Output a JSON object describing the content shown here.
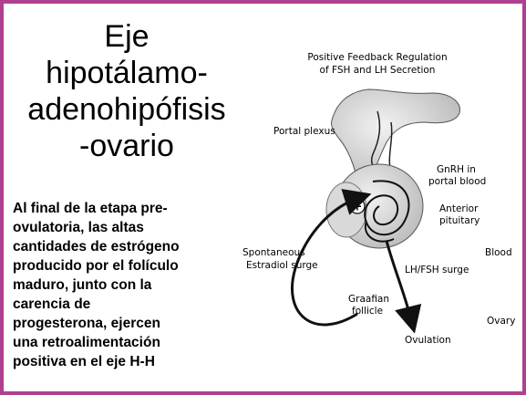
{
  "slide": {
    "title_lines": [
      "Eje",
      "hipotálamo-",
      "adenohipófisis",
      "-ovario"
    ],
    "body_lines": [
      "Al final de la etapa pre-",
      "ovulatoria, las altas",
      "cantidades de estrógeno",
      "producido por el folículo",
      "maduro, junto con la",
      "carencia de",
      "progesterona, ejercen",
      "una retroalimentación",
      "positiva en el eje H-H"
    ],
    "border_color": "#b0408f"
  },
  "diagram": {
    "title_lines": [
      "Positive Feedback Regulation",
      "of FSH and LH Secretion"
    ],
    "labels": {
      "portal_plexus": "Portal plexus",
      "gnrh_line1": "GnRH in",
      "gnrh_line2": "portal blood",
      "anterior_line1": "Anterior",
      "anterior_line2": "pituitary",
      "spontaneous_line1": "Spontaneous",
      "spontaneous_line2": "Estradiol surge",
      "blood": "Blood",
      "lhfsh": "LH/FSH surge",
      "graafian_line1": "Graafian",
      "graafian_line2": "follicle",
      "ovary": "Ovary",
      "ovulation": "Ovulation",
      "plus_symbol": "+"
    }
  }
}
